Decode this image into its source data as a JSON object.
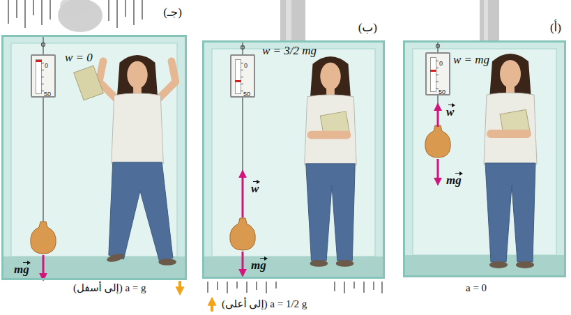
{
  "diagram": {
    "nodes": [
      {
        "text": [
          "(أ)",
          "w = mg"
        ]
      },
      {
        "text": [
          "0",
          "50"
        ],
        "in": 0
      },
      {
        "text": [
          "(ب)",
          "w = 3/2 mg"
        ]
      },
      {
        "text": [
          "0",
          "50"
        ],
        "in": 2
      },
      {
        "text": [
          "(جـ)",
          "w = 0"
        ]
      },
      {
        "text": [
          "0",
          "50"
        ],
        "in": 4
      }
    ],
    "labels": [
      "w",
      "mg",
      "a = 0",
      "w",
      "mg",
      "(إلى أعلى) a = 1/2 g",
      "mg",
      "(إلى أسفل) a = g"
    ]
  }
}
